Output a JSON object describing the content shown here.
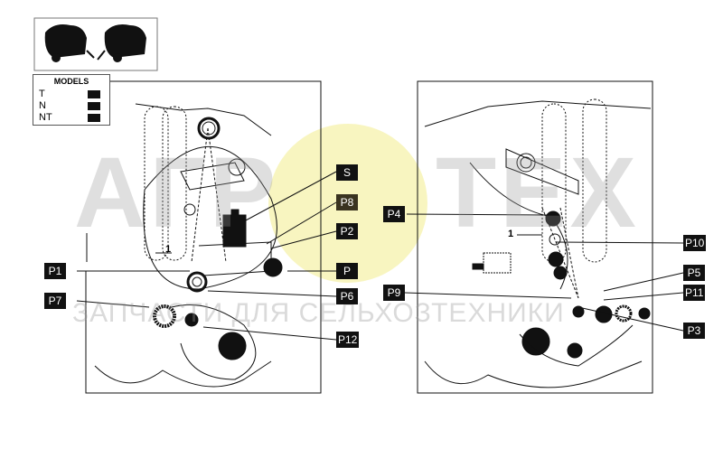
{
  "models_legend": {
    "title": "MODELS",
    "rows": [
      {
        "code": "T"
      },
      {
        "code": "N"
      },
      {
        "code": "NT"
      }
    ]
  },
  "watermark": {
    "brand_left": "АГР",
    "brand_right": "ТЕХ",
    "subtitle": "ЗАПЧАСТИ ДЛЯ СЕЛЬХОЗТЕХНИКИ",
    "gear_color": "#f5f0a0"
  },
  "left_diagram": {
    "labels": {
      "S": "S",
      "P8": "P8",
      "P2": "P2",
      "P": "P",
      "P1": "P1",
      "P6": "P6",
      "P7": "P7",
      "P12": "P12",
      "one": "1"
    }
  },
  "right_diagram": {
    "labels": {
      "P4": "P4",
      "P10": "P10",
      "P5": "P5",
      "P11": "P11",
      "P9": "P9",
      "P3": "P3",
      "one": "1"
    }
  },
  "colors": {
    "label_bg": "#111111",
    "label_text": "#ffffff",
    "line": "#111111"
  }
}
